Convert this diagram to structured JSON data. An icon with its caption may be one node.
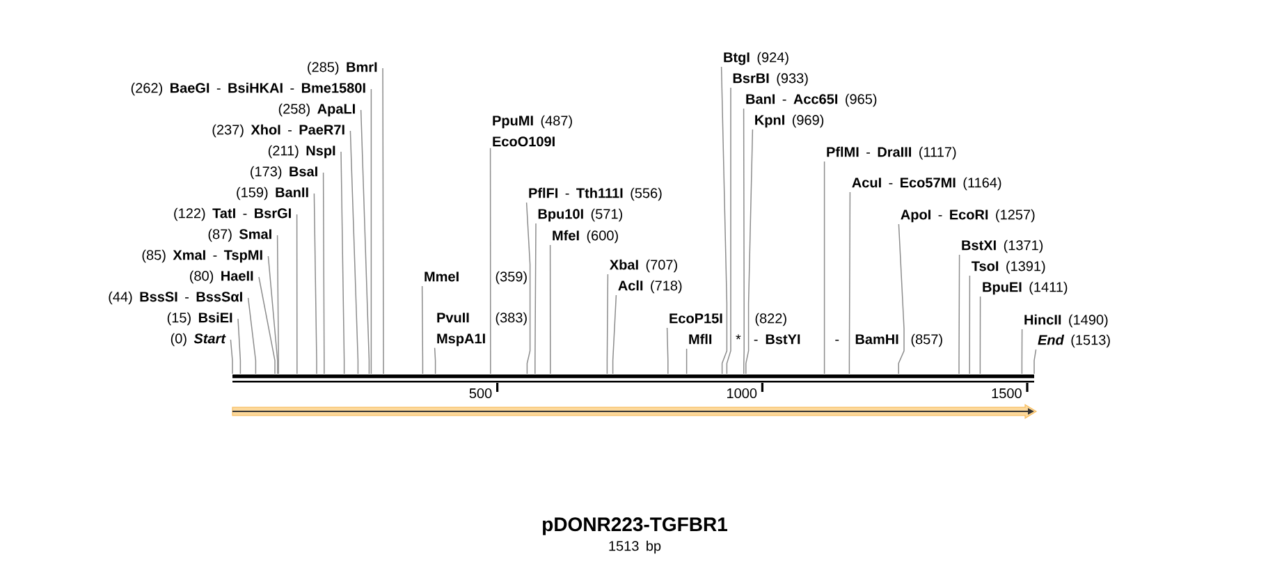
{
  "diagram": {
    "title": "pDONR223-TGFBR1",
    "nodes": [
      {
        "text": [
          "(285)",
          "BmrI"
        ]
      },
      {
        "text": [
          "(262)",
          "**BaeGI** - **BsiHKAI** - **Bme1580I**"
        ]
      },
      {
        "text": [
          "(258)",
          "ApaLI"
        ]
      },
      {
        "text": [
          "(237)",
          "**XhoI** - **PaeR7I**"
        ]
      },
      {
        "text": [
          "(211)",
          "NspI"
        ]
      },
      {
        "text": [
          "(173)",
          "BsaI"
        ]
      },
      {
        "text": [
          "(159)",
          "BanII"
        ]
      },
      {
        "text": [
          "(122)",
          "**TatI** - **BsrGI**"
        ]
      },
      {
        "text": [
          "(87)",
          "SmaI"
        ]
      },
      {
        "text": [
          "(85)",
          "**XmaI** - **TspMI**"
        ]
      },
      {
        "text": [
          "(80)",
          "HaeII"
        ]
      },
      {
        "text": [
          "(44)",
          "**BssSI** - **BssSαI**"
        ]
      },
      {
        "text": [
          "(15)",
          "BsiEI"
        ]
      },
      {
        "text": [
          "(0)",
          "Start"
        ]
      },
      {
        "text": [
          "MmeI",
          "(359)"
        ]
      },
      {
        "text": [
          "PvuII",
          "(383)",
          "MspA1I"
        ]
      },
      {
        "text": [
          "PpuMI",
          "(487)",
          "EcoO109I"
        ]
      },
      {
        "text": [
          "**PflFI** - **Tth111I**",
          "(556)"
        ]
      },
      {
        "text": [
          "Bpu10I",
          "(571)"
        ]
      },
      {
        "text": [
          "MfeI",
          "(600)"
        ]
      },
      {
        "text": [
          "XbaI",
          "(707)"
        ]
      },
      {
        "text": [
          "AclI",
          "(718)"
        ]
      },
      {
        "text": [
          "EcoP15I",
          "(822)"
        ]
      },
      {
        "text": [
          "MflI",
          "*",
          "-",
          "BstYI",
          "-",
          "BamHI",
          "(857)"
        ]
      },
      {
        "text": [
          "BtgI",
          "(924)"
        ]
      },
      {
        "text": [
          "BsrBI",
          "(933)"
        ]
      },
      {
        "text": [
          "**BanI** - **Acc65I**",
          "(965)"
        ]
      },
      {
        "text": [
          "KpnI",
          "(969)"
        ]
      },
      {
        "text": [
          "**PflMI** - **DraIII**",
          "(1117)"
        ]
      },
      {
        "text": [
          "**AcuI** - **Eco57MI**",
          "(1164)"
        ]
      },
      {
        "text": [
          "**ApoI** - **EcoRI**",
          "(1257)"
        ]
      },
      {
        "text": [
          "BstXI",
          "(1371)"
        ]
      },
      {
        "text": [
          "TsoI",
          "(1391)"
        ]
      },
      {
        "text": [
          "BpuEI",
          "(1411)"
        ]
      },
      {
        "text": [
          "HincII",
          "(1490)"
        ]
      },
      {
        "text": [
          "End",
          "(1513)"
        ]
      },
      {
        "text": [],
        "shape": "bar"
      }
    ],
    "edges": [
      {
        "from": 0,
        "to": 36,
        "arrow": "none"
      },
      {
        "from": 1,
        "to": 36,
        "arrow": "none"
      },
      {
        "from": 2,
        "to": 36,
        "arrow": "none"
      },
      {
        "from": 3,
        "to": 36,
        "arrow": "none"
      },
      {
        "from": 4,
        "to": 36,
        "arrow": "none"
      },
      {
        "from": 5,
        "to": 36,
        "arrow": "none"
      },
      {
        "from": 6,
        "to": 36,
        "arrow": "none"
      },
      {
        "from": 7,
        "to": 36,
        "arrow": "none"
      },
      {
        "from": 8,
        "to": 36,
        "arrow": "none"
      },
      {
        "from": 9,
        "to": 36,
        "arrow": "none"
      },
      {
        "from": 10,
        "to": 36,
        "arrow": "none"
      },
      {
        "from": 11,
        "to": 36,
        "arrow": "none"
      },
      {
        "from": 12,
        "to": 36,
        "arrow": "none"
      },
      {
        "from": 13,
        "to": 36,
        "arrow": "none"
      },
      {
        "from": 14,
        "to": 36,
        "arrow": "none"
      },
      {
        "from": 15,
        "to": 36,
        "arrow": "none"
      },
      {
        "from": 16,
        "to": 36,
        "arrow": "none"
      },
      {
        "from": 17,
        "to": 36,
        "arrow": "none"
      },
      {
        "from": 18,
        "to": 36,
        "arrow": "none"
      },
      {
        "from": 19,
        "to": 36,
        "arrow": "none"
      },
      {
        "from": 20,
        "to": 36,
        "arrow": "none"
      },
      {
        "from": 21,
        "to": 36,
        "arrow": "none"
      },
      {
        "from": 22,
        "to": 36,
        "arrow": "none"
      },
      {
        "from": 23,
        "to": 36,
        "arrow": "none"
      },
      {
        "from": 24,
        "to": 36,
        "arrow": "none"
      },
      {
        "from": 25,
        "to": 36,
        "arrow": "none"
      },
      {
        "from": 26,
        "to": 36,
        "arrow": "none"
      },
      {
        "from": 27,
        "to": 36,
        "arrow": "none"
      },
      {
        "from": 28,
        "to": 36,
        "arrow": "none"
      },
      {
        "from": 29,
        "to": 36,
        "arrow": "none"
      },
      {
        "from": 30,
        "to": 36,
        "arrow": "none"
      },
      {
        "from": 31,
        "to": 36,
        "arrow": "none"
      },
      {
        "from": 32,
        "to": 36,
        "arrow": "none"
      },
      {
        "from": 33,
        "to": 36,
        "arrow": "none"
      },
      {
        "from": 34,
        "to": 36,
        "arrow": "none"
      },
      {
        "from": 35,
        "to": 36,
        "arrow": "none"
      }
    ],
    "labels": [
      "500",
      "1000",
      "1500",
      "1513 bp"
    ]
  }
}
